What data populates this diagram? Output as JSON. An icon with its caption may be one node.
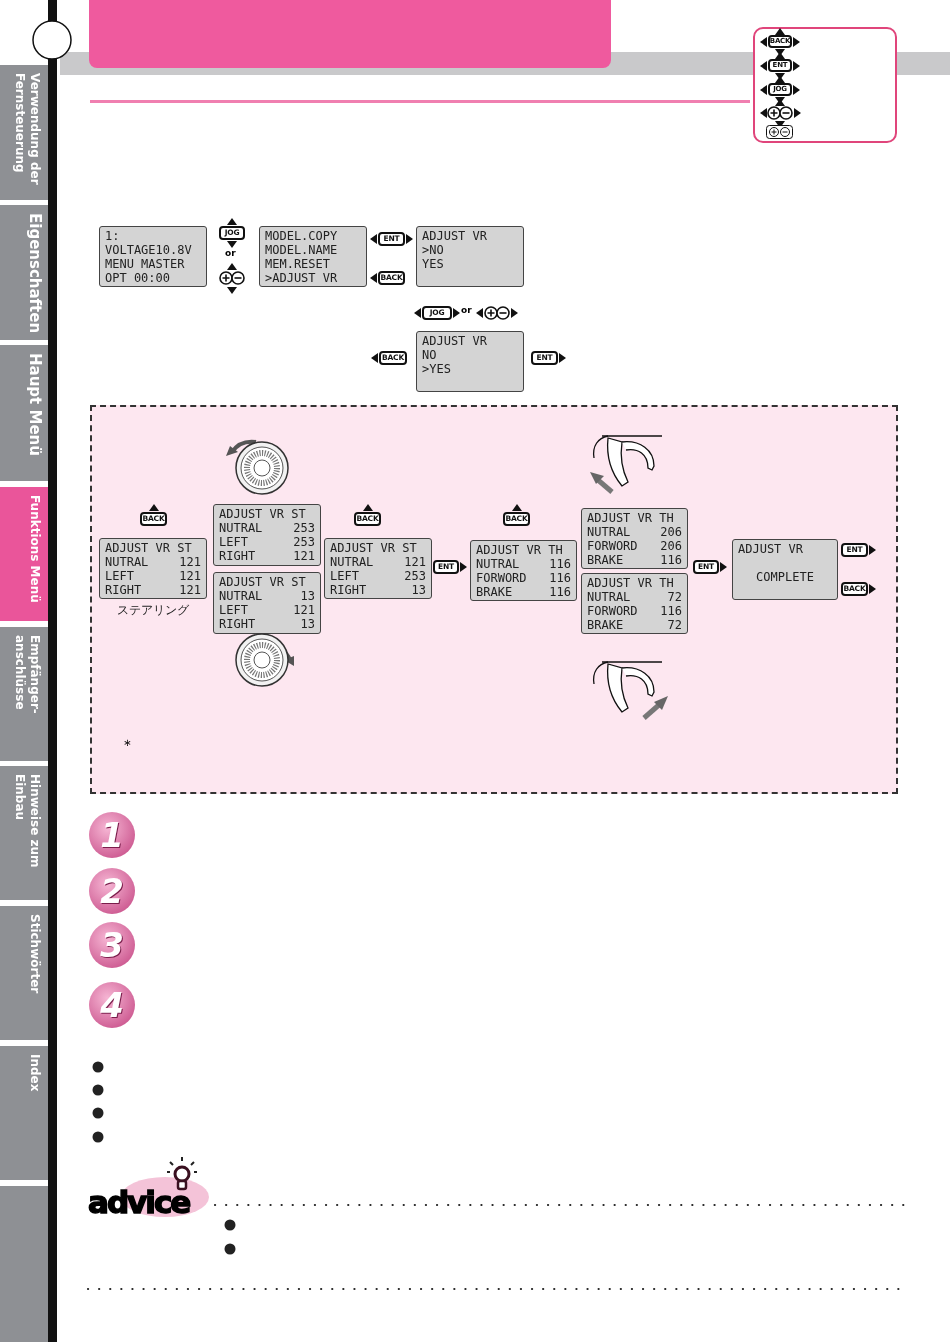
{
  "diagram": {
    "nodes": [
      {
        "text": [
          "1:",
          "VOLTAGE10.8V",
          "MENU MASTER",
          "OPT 00:00"
        ]
      },
      {
        "text": [
          "JOG"
        ]
      },
      {
        "text": [
          "MODEL.COPY",
          "MODEL.NAME",
          "MEM.RESET",
          ">ADJUST VR"
        ]
      },
      {
        "text": [
          "ENT"
        ]
      },
      {
        "text": [
          "BACK"
        ]
      },
      {
        "text": [
          "ADJUST VR",
          ">NO",
          "YES"
        ]
      },
      {
        "text": [
          "JOG"
        ]
      },
      {
        "text": [
          "BACK"
        ]
      },
      {
        "text": [
          "ADJUST VR",
          "NO",
          ">YES"
        ]
      },
      {
        "text": [
          "ENT"
        ]
      },
      {
        "text": [],
        "shape": "box"
      },
      {
        "text": [
          "BACK"
        ],
        "in": 10
      },
      {
        "text": [
          "ADJUST VR ST",
          "NUTRAL",
          "121",
          "LEFT",
          "121",
          "RIGHT",
          "121"
        ],
        "in": 10,
        "beside": [
          "ステアリング"
        ]
      },
      {
        "text": [
          "ADJUST VR ST",
          "NUTRAL",
          "253",
          "LEFT",
          "253",
          "RIGHT",
          "121"
        ],
        "in": 10
      },
      {
        "text": [
          "ADJUST VR ST",
          "NUTRAL",
          "13",
          "LEFT",
          "121",
          "RIGHT",
          "13"
        ],
        "in": 10
      },
      {
        "text": [
          "BACK"
        ],
        "in": 10
      },
      {
        "text": [
          "ADJUST VR ST",
          "NUTRAL",
          "121",
          "LEFT",
          "253",
          "RIGHT",
          "13"
        ],
        "in": 10
      },
      {
        "text": [
          "ENT"
        ],
        "in": 10
      },
      {
        "text": [
          "BACK"
        ],
        "in": 10
      },
      {
        "text": [
          "ADJUST VR TH",
          "NUTRAL",
          "116",
          "FORWORD",
          "116",
          "BRAKE",
          "116"
        ],
        "in": 10
      },
      {
        "text": [
          "ADJUST VR TH",
          "NUTRAL",
          "206",
          "FORWORD",
          "206",
          "BRAKE",
          "116"
        ],
        "in": 10
      },
      {
        "text": [
          "ADJUST VR TH",
          "NUTRAL",
          "72",
          "FORWORD",
          "116",
          "BRAKE",
          "72"
        ],
        "in": 10
      },
      {
        "text": [
          "ENT"
        ],
        "in": 10
      },
      {
        "text": [
          "ADJUST VR",
          "COMPLETE"
        ],
        "in": 10
      },
      {
        "text": [
          "ENT"
        ],
        "in": 10
      },
      {
        "text": [
          "BACK"
        ],
        "in": 10
      },
      {
        "text": [
          "Verwendung der Fernsteuerung"
        ]
      },
      {
        "text": [
          "Eigenschaften"
        ]
      },
      {
        "text": [
          "Haupt Menü"
        ]
      },
      {
        "text": [
          "Funktions Menü"
        ]
      },
      {
        "text": [
          "Empfänger- anschlüsse"
        ]
      },
      {
        "text": [
          "Hinweise zum Einbau"
        ]
      },
      {
        "text": [
          "Stichwörter"
        ]
      },
      {
        "text": [
          "Index"
        ]
      }
    ],
    "labels": [
      "BACK",
      "ENT",
      "JOG",
      "or",
      "or",
      "＊",
      "1",
      "2",
      "3",
      "4",
      "advice"
    ]
  }
}
